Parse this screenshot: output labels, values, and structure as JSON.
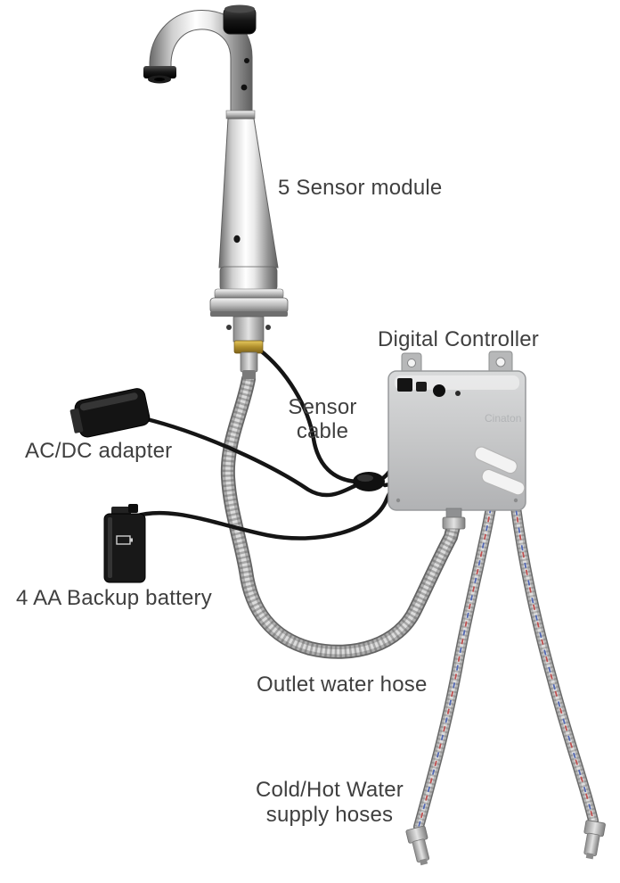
{
  "diagram": {
    "labels": {
      "sensor_module": "5 Sensor module",
      "digital_controller": "Digital Controller",
      "sensor_cable": [
        "Sensor",
        "cable"
      ],
      "acdc_adapter": "AC/DC adapter",
      "backup_battery": "4 AA Backup battery",
      "outlet_hose": "Outlet water hose",
      "supply_hoses": [
        "Cold/Hot Water",
        "supply hoses"
      ]
    },
    "controller_logo": "Cinaton",
    "colors": {
      "background": "#ffffff",
      "label_text": "#3f3f3f",
      "hose_braid": "#adadad",
      "controller_body": "#c6c7c8",
      "brass_fitting": "#b08f2c",
      "cold_stripe": "#5268b5",
      "hot_stripe": "#c05050",
      "cable": "#151515"
    }
  }
}
